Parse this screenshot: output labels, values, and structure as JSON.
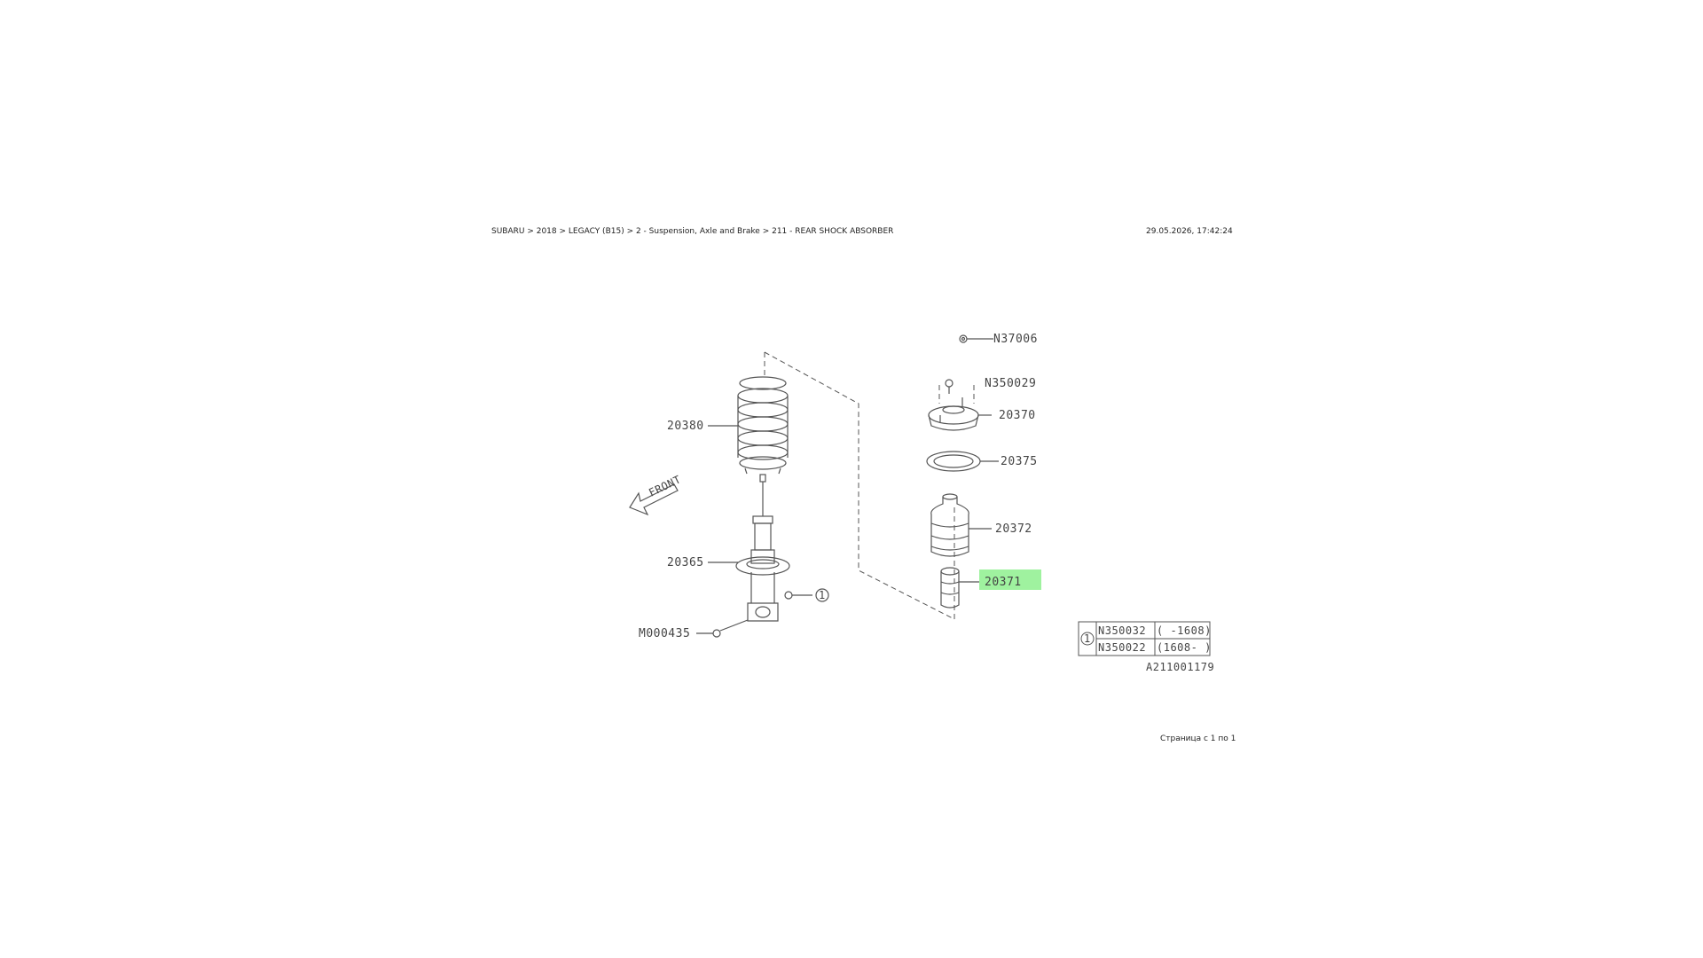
{
  "header": {
    "breadcrumb": "SUBARU > 2018 > LEGACY (B15) > 2 - Suspension, Axle and Brake > 211 - REAR SHOCK ABSORBER",
    "timestamp": "29.05.2026, 17:42:24"
  },
  "footer": {
    "page_info": "Страница с 1 по 1"
  },
  "diagram": {
    "labels": {
      "p20380": "20380",
      "p20365": "20365",
      "m000435": "M000435",
      "ref1": "1",
      "n37006": "N37006",
      "n350029": "N350029",
      "p20370": "20370",
      "p20375": "20375",
      "p20372": "20372",
      "p20371": "20371",
      "front": "FRONT",
      "legend_ref": "1",
      "legend_row1_part": "N350032",
      "legend_row1_range": "( -1608)",
      "legend_row2_part": "N350022",
      "legend_row2_range": "(1608- )",
      "diagram_code": "A211001179"
    },
    "highlight_color": "#9ff29f"
  }
}
